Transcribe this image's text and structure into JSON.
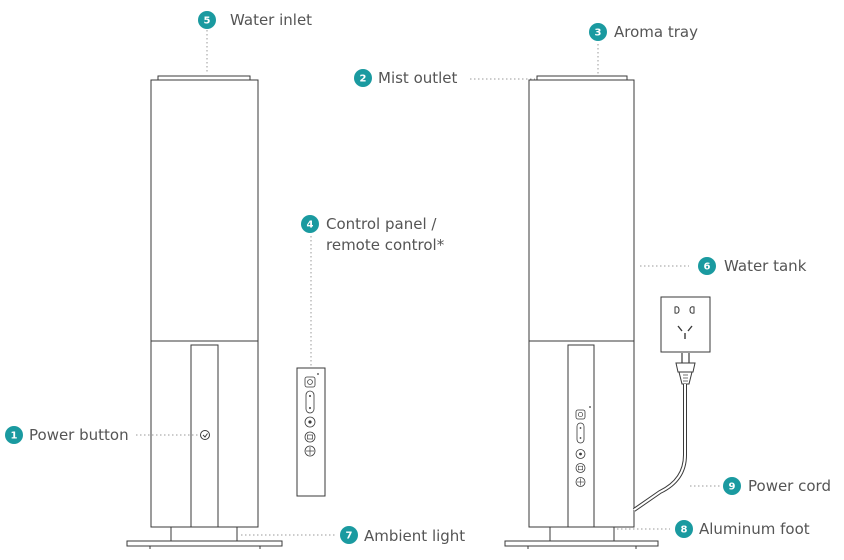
{
  "theme": {
    "badge_color": "#1a9aa0",
    "line_color": "#3a3a3a",
    "label_color": "#555555"
  },
  "callouts": [
    {
      "n": "1",
      "label": "Power button"
    },
    {
      "n": "2",
      "label": "Mist outlet"
    },
    {
      "n": "3",
      "label": "Aroma tray"
    },
    {
      "n": "4",
      "label_line1": "Control panel /",
      "label_line2": "remote control*"
    },
    {
      "n": "5",
      "label": "Water inlet"
    },
    {
      "n": "6",
      "label": "Water tank"
    },
    {
      "n": "7",
      "label": "Ambient light"
    },
    {
      "n": "8",
      "label": "Aluminum foot"
    },
    {
      "n": "9",
      "label": "Power cord"
    }
  ],
  "icons": [
    "power-icon",
    "mist-level-icon",
    "fan-icon",
    "timer-icon",
    "light-icon",
    "outlet-icon",
    "plug-icon"
  ]
}
